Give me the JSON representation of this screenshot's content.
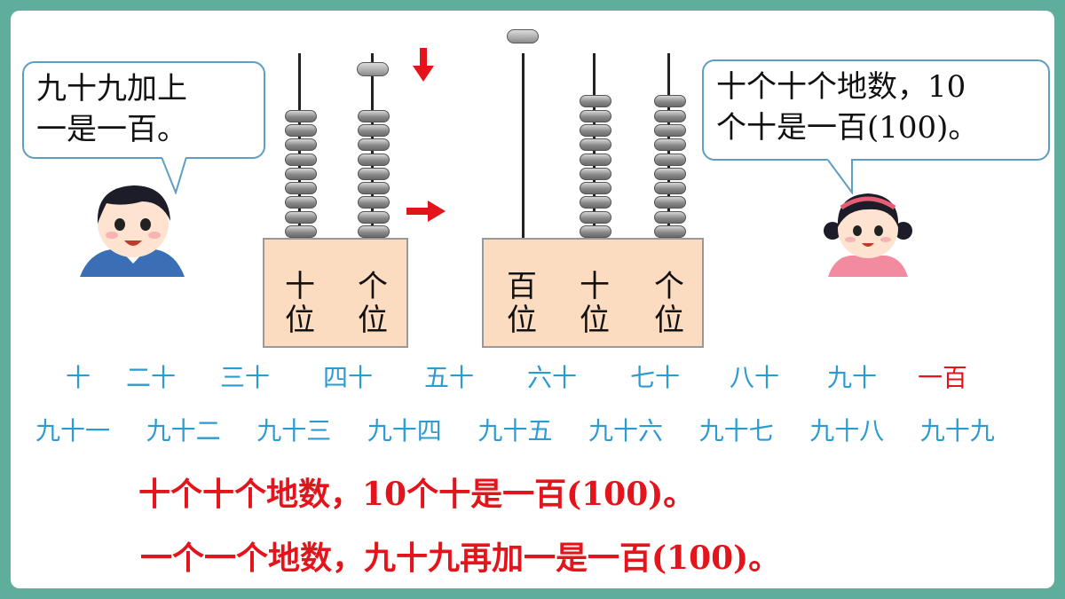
{
  "speech_left": {
    "line1": "九十九加上",
    "line2": "一是一百。"
  },
  "speech_right": {
    "line1": "十个十个地数，10",
    "line2": "个十是一百(100)。"
  },
  "abacus_left": {
    "tens_label": "十位",
    "ones_label": "个位",
    "tens_beads": 9,
    "ones_beads": 9,
    "added_bead": 1
  },
  "abacus_right": {
    "hundreds_label": "百位",
    "tens_label": "十位",
    "ones_label": "个位",
    "hundreds_beads": 1,
    "tens_beads": 10,
    "ones_beads": 10
  },
  "count_by_tens": [
    "十",
    "二十",
    "三十",
    "四十",
    "五十",
    "六十",
    "七十",
    "八十",
    "九十",
    "一百"
  ],
  "count_ninety": [
    "九十一",
    "九十二",
    "九十三",
    "九十四",
    "九十五",
    "九十六",
    "九十七",
    "九十八",
    "九十九"
  ],
  "conclusion_1": "十个十个地数，10个十是一百(100)。",
  "conclusion_2": "一个一个地数，九十九再加一是一百(100)。",
  "colors": {
    "frame": "#5fae9b",
    "blue_text": "#2b9bd1",
    "red_text": "#e3141b",
    "base_fill": "#fcdcc0",
    "arrow": "#e3141b"
  }
}
